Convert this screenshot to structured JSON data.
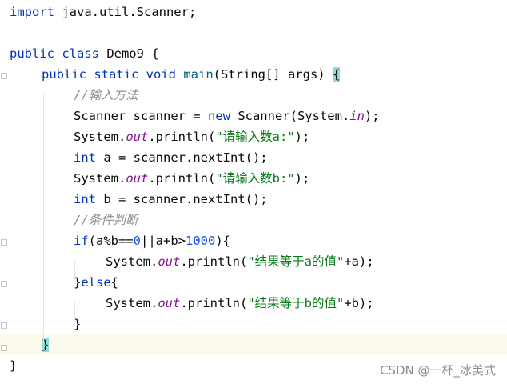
{
  "editor": {
    "language": "java",
    "lines": [
      {
        "indent": 0,
        "tokens": [
          {
            "t": "kw",
            "v": "import"
          },
          {
            "t": "plain",
            "v": " java.util.Scanner;"
          }
        ]
      },
      {
        "indent": 0,
        "tokens": []
      },
      {
        "indent": 0,
        "tokens": [
          {
            "t": "kw",
            "v": "public class"
          },
          {
            "t": "plain",
            "v": " Demo9 {"
          }
        ]
      },
      {
        "indent": 1,
        "tokens": [
          {
            "t": "kw",
            "v": "public static void"
          },
          {
            "t": "plain",
            "v": " "
          },
          {
            "t": "fn",
            "v": "main"
          },
          {
            "t": "plain",
            "v": "(String[] args) "
          },
          {
            "t": "brace",
            "v": "{"
          }
        ]
      },
      {
        "indent": 2,
        "tokens": [
          {
            "t": "cm",
            "v": "//输入方法"
          }
        ]
      },
      {
        "indent": 2,
        "tokens": [
          {
            "t": "plain",
            "v": "Scanner scanner = "
          },
          {
            "t": "kw",
            "v": "new"
          },
          {
            "t": "plain",
            "v": " Scanner(System."
          },
          {
            "t": "fld",
            "v": "in"
          },
          {
            "t": "plain",
            "v": ");"
          }
        ]
      },
      {
        "indent": 2,
        "tokens": [
          {
            "t": "plain",
            "v": "System."
          },
          {
            "t": "fld",
            "v": "out"
          },
          {
            "t": "plain",
            "v": ".println("
          },
          {
            "t": "st",
            "v": "\"请输入数a:\""
          },
          {
            "t": "plain",
            "v": ");"
          }
        ]
      },
      {
        "indent": 2,
        "tokens": [
          {
            "t": "kw",
            "v": "int"
          },
          {
            "t": "plain",
            "v": " a = scanner.nextInt();"
          }
        ]
      },
      {
        "indent": 2,
        "tokens": [
          {
            "t": "plain",
            "v": "System."
          },
          {
            "t": "fld",
            "v": "out"
          },
          {
            "t": "plain",
            "v": ".println("
          },
          {
            "t": "st",
            "v": "\"请输入数b:\""
          },
          {
            "t": "plain",
            "v": ");"
          }
        ]
      },
      {
        "indent": 2,
        "tokens": [
          {
            "t": "kw",
            "v": "int"
          },
          {
            "t": "plain",
            "v": " b = scanner.nextInt();"
          }
        ]
      },
      {
        "indent": 2,
        "tokens": [
          {
            "t": "cm",
            "v": "//条件判断"
          }
        ]
      },
      {
        "indent": 2,
        "tokens": [
          {
            "t": "kw",
            "v": "if"
          },
          {
            "t": "plain",
            "v": "(a%b=="
          },
          {
            "t": "num",
            "v": "0"
          },
          {
            "t": "plain",
            "v": "||a+b>"
          },
          {
            "t": "num",
            "v": "1000"
          },
          {
            "t": "plain",
            "v": "){"
          }
        ]
      },
      {
        "indent": 3,
        "tokens": [
          {
            "t": "plain",
            "v": "System."
          },
          {
            "t": "fld",
            "v": "out"
          },
          {
            "t": "plain",
            "v": ".println("
          },
          {
            "t": "st",
            "v": "\"结果等于a的值\""
          },
          {
            "t": "plain",
            "v": "+a);"
          }
        ]
      },
      {
        "indent": 2,
        "tokens": [
          {
            "t": "plain",
            "v": "}"
          },
          {
            "t": "kw",
            "v": "else"
          },
          {
            "t": "plain",
            "v": "{"
          }
        ]
      },
      {
        "indent": 3,
        "tokens": [
          {
            "t": "plain",
            "v": "System."
          },
          {
            "t": "fld",
            "v": "out"
          },
          {
            "t": "plain",
            "v": ".println("
          },
          {
            "t": "st",
            "v": "\"结果等于b的值\""
          },
          {
            "t": "plain",
            "v": "+b);"
          }
        ]
      },
      {
        "indent": 2,
        "tokens": [
          {
            "t": "plain",
            "v": "}"
          }
        ]
      },
      {
        "indent": 1,
        "tokens": [
          {
            "t": "brace",
            "v": "}"
          }
        ],
        "current": true
      },
      {
        "indent": 0,
        "tokens": [
          {
            "t": "plain",
            "v": "}"
          }
        ]
      }
    ]
  },
  "colors": {
    "keyword": "#0033b3",
    "method": "#00627a",
    "comment": "#8c8c8c",
    "string": "#067d17",
    "field": "#871094",
    "number": "#1750eb",
    "brace_highlight": "#93d9d9",
    "current_line": "#fcfaed"
  },
  "watermark": "CSDN @一杯_冰美式"
}
